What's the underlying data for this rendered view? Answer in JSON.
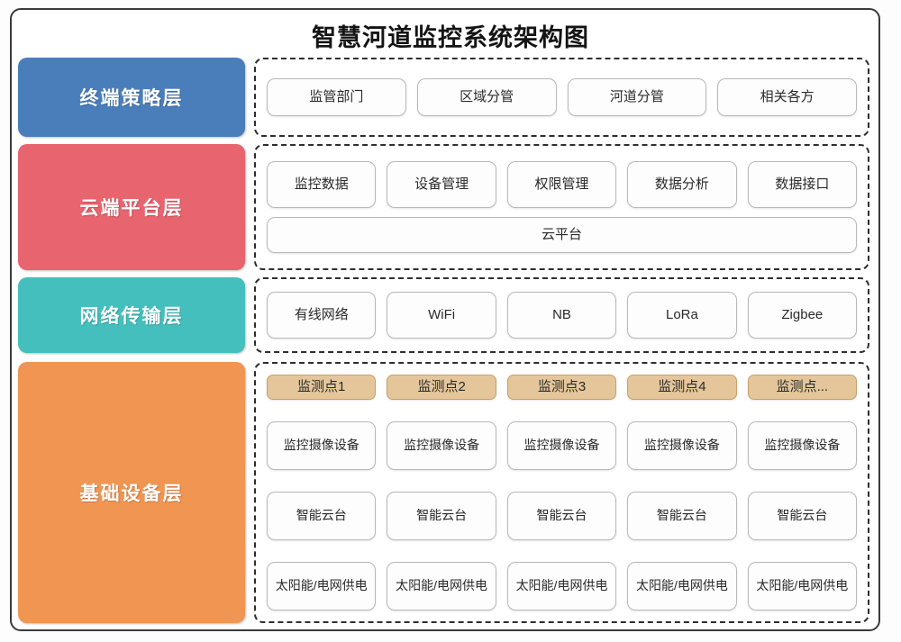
{
  "title": "智慧河道监控系统架构图",
  "colors": {
    "terminal": "#4a7ebb",
    "cloud": "#e8646e",
    "network": "#45bfbd",
    "infrastructure": "#f09552",
    "monitor_point": "#e4c69a",
    "node_border": "#b9b9b9",
    "dashed_border": "#2e2e2e",
    "frame": "#3a3a3a"
  },
  "layers": [
    {
      "id": "terminal",
      "label": "终端策略层",
      "nodes": [
        "监管部门",
        "区域分管",
        "河道分管",
        "相关各方"
      ]
    },
    {
      "id": "cloud",
      "label": "云端平台层",
      "nodes": [
        "监控数据",
        "设备管理",
        "权限管理",
        "数据分析",
        "数据接口"
      ],
      "wide_node": "云平台"
    },
    {
      "id": "network",
      "label": "网络传输层",
      "nodes": [
        "有线网络",
        "WiFi",
        "NB",
        "LoRa",
        "Zigbee"
      ]
    },
    {
      "id": "infrastructure",
      "label": "基础设备层",
      "points": [
        "监测点1",
        "监测点2",
        "监测点3",
        "监测点4",
        "监测点..."
      ],
      "cameras": [
        "监控摄像设备",
        "监控摄像设备",
        "监控摄像设备",
        "监控摄像设备",
        "监控摄像设备"
      ],
      "gimbals": [
        "智能云台",
        "智能云台",
        "智能云台",
        "智能云台",
        "智能云台"
      ],
      "power": [
        "太阳能/电网供电",
        "太阳能/电网供电",
        "太阳能/电网供电",
        "太阳能/电网供电",
        "太阳能/电网供电"
      ]
    }
  ]
}
